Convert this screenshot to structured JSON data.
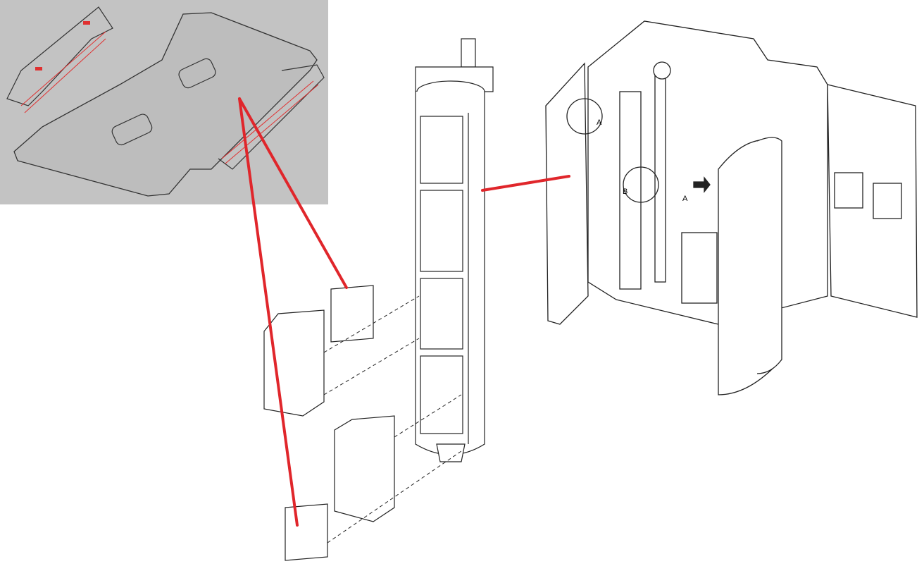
{
  "callouts": {
    "label_a_top": "A",
    "label_b": "B",
    "label_a_side": "A"
  },
  "colors": {
    "panel_bg": "#c3c3c3",
    "leader_line": "#e0262b",
    "edge_highlight": "#e03030",
    "line_art": "#222222"
  }
}
